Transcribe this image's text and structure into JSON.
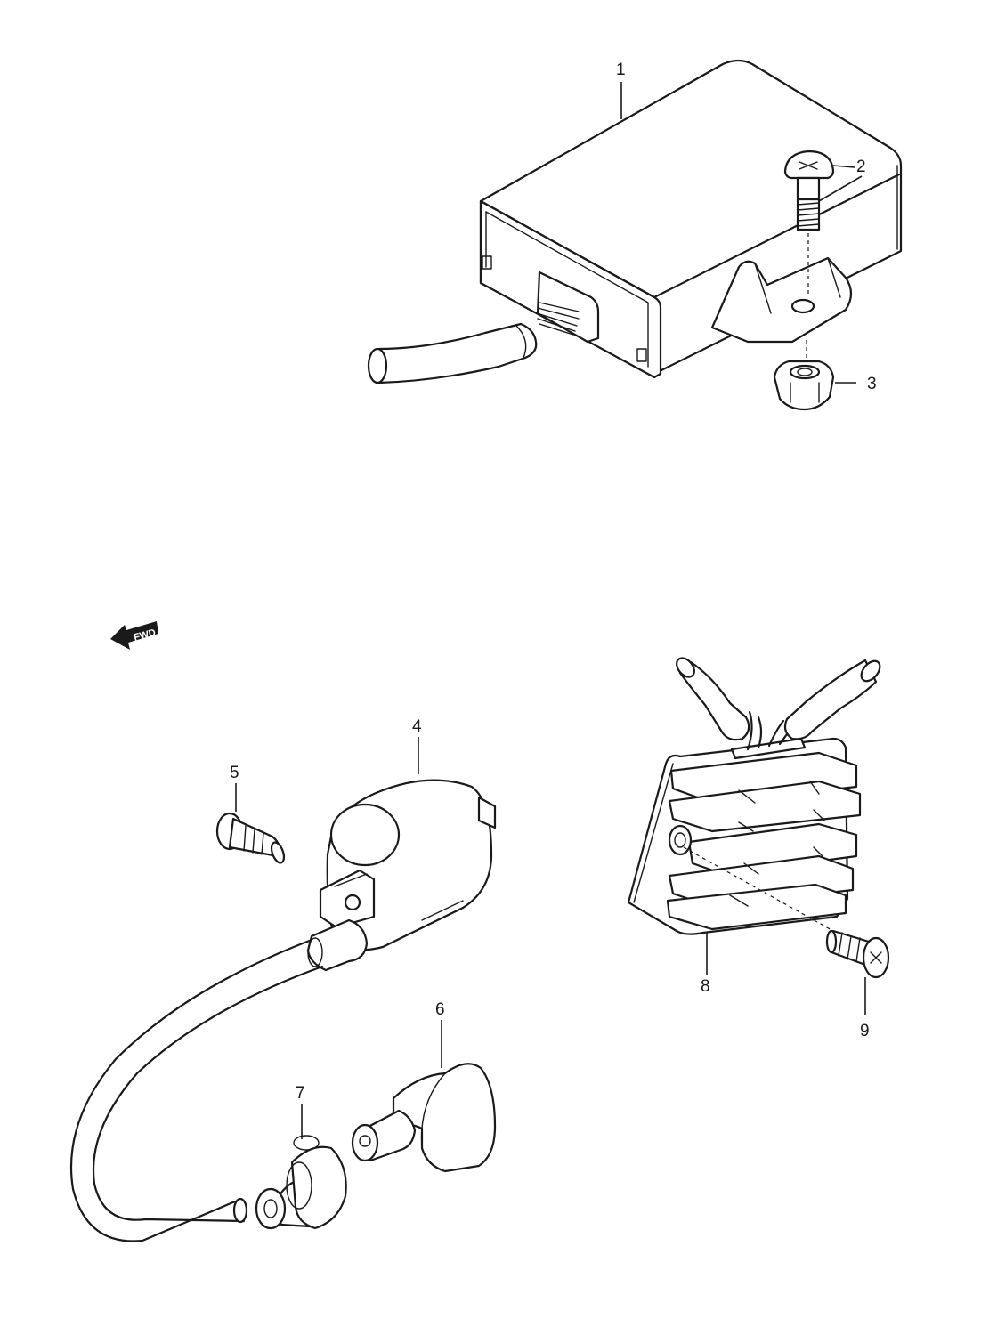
{
  "diagram": {
    "callouts": [
      {
        "id": "callout-1",
        "label": "1"
      },
      {
        "id": "callout-2",
        "label": "2"
      },
      {
        "id": "callout-3",
        "label": "3"
      },
      {
        "id": "callout-4",
        "label": "4"
      },
      {
        "id": "callout-5",
        "label": "5"
      },
      {
        "id": "callout-6",
        "label": "6"
      },
      {
        "id": "callout-7",
        "label": "7"
      },
      {
        "id": "callout-8",
        "label": "8"
      },
      {
        "id": "callout-9",
        "label": "9"
      }
    ],
    "front_arrow": {
      "label": "FWD",
      "icon": "front-direction-arrow-icon"
    }
  }
}
